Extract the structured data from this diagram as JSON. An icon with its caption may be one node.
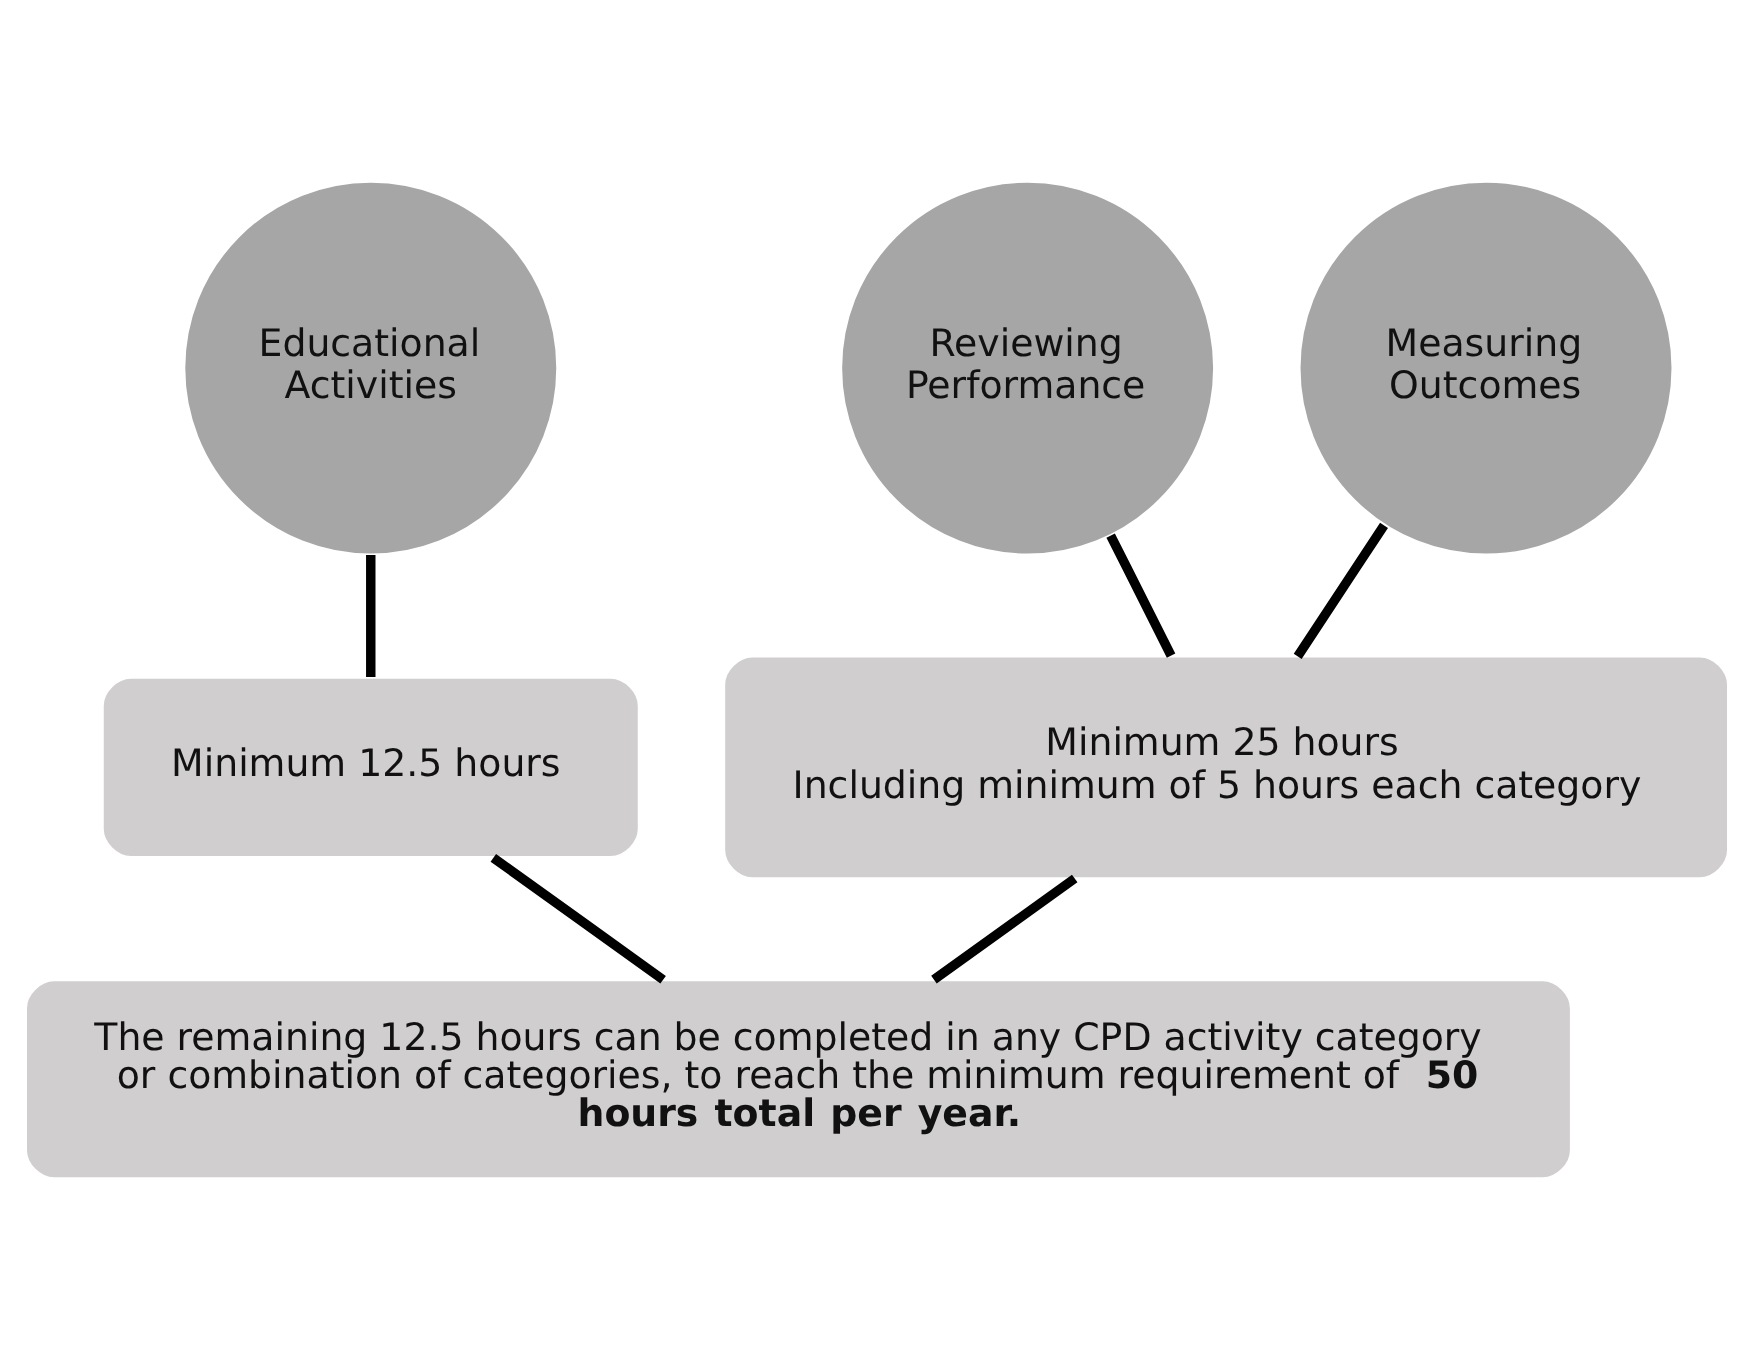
{
  "diagram": {
    "nodes": [
      {
        "text": [
          "Educational Activities"
        ]
      },
      {
        "text": [
          "Reviewing Performance"
        ]
      },
      {
        "text": [
          "Measuring Outcomes"
        ]
      },
      {
        "text": [
          "Minimum 12.5 hours"
        ]
      },
      {
        "text": [
          "Minimum 25 hours",
          "Including minimum of 5 hours each category"
        ]
      },
      {
        "text": [
          "The remaining 12.5 hours can be completed in any CPD activity category or combination of categories, to reach the minimum requirement of **50 hours total per year.**"
        ]
      }
    ],
    "edges": [
      {
        "from": 0,
        "to": 3,
        "arrow": "none"
      },
      {
        "from": 1,
        "to": 4,
        "arrow": "none"
      },
      {
        "from": 2,
        "to": 4,
        "arrow": "none"
      },
      {
        "from": 3,
        "to": 5,
        "arrow": "none"
      },
      {
        "from": 4,
        "to": 5,
        "arrow": "none"
      }
    ]
  }
}
